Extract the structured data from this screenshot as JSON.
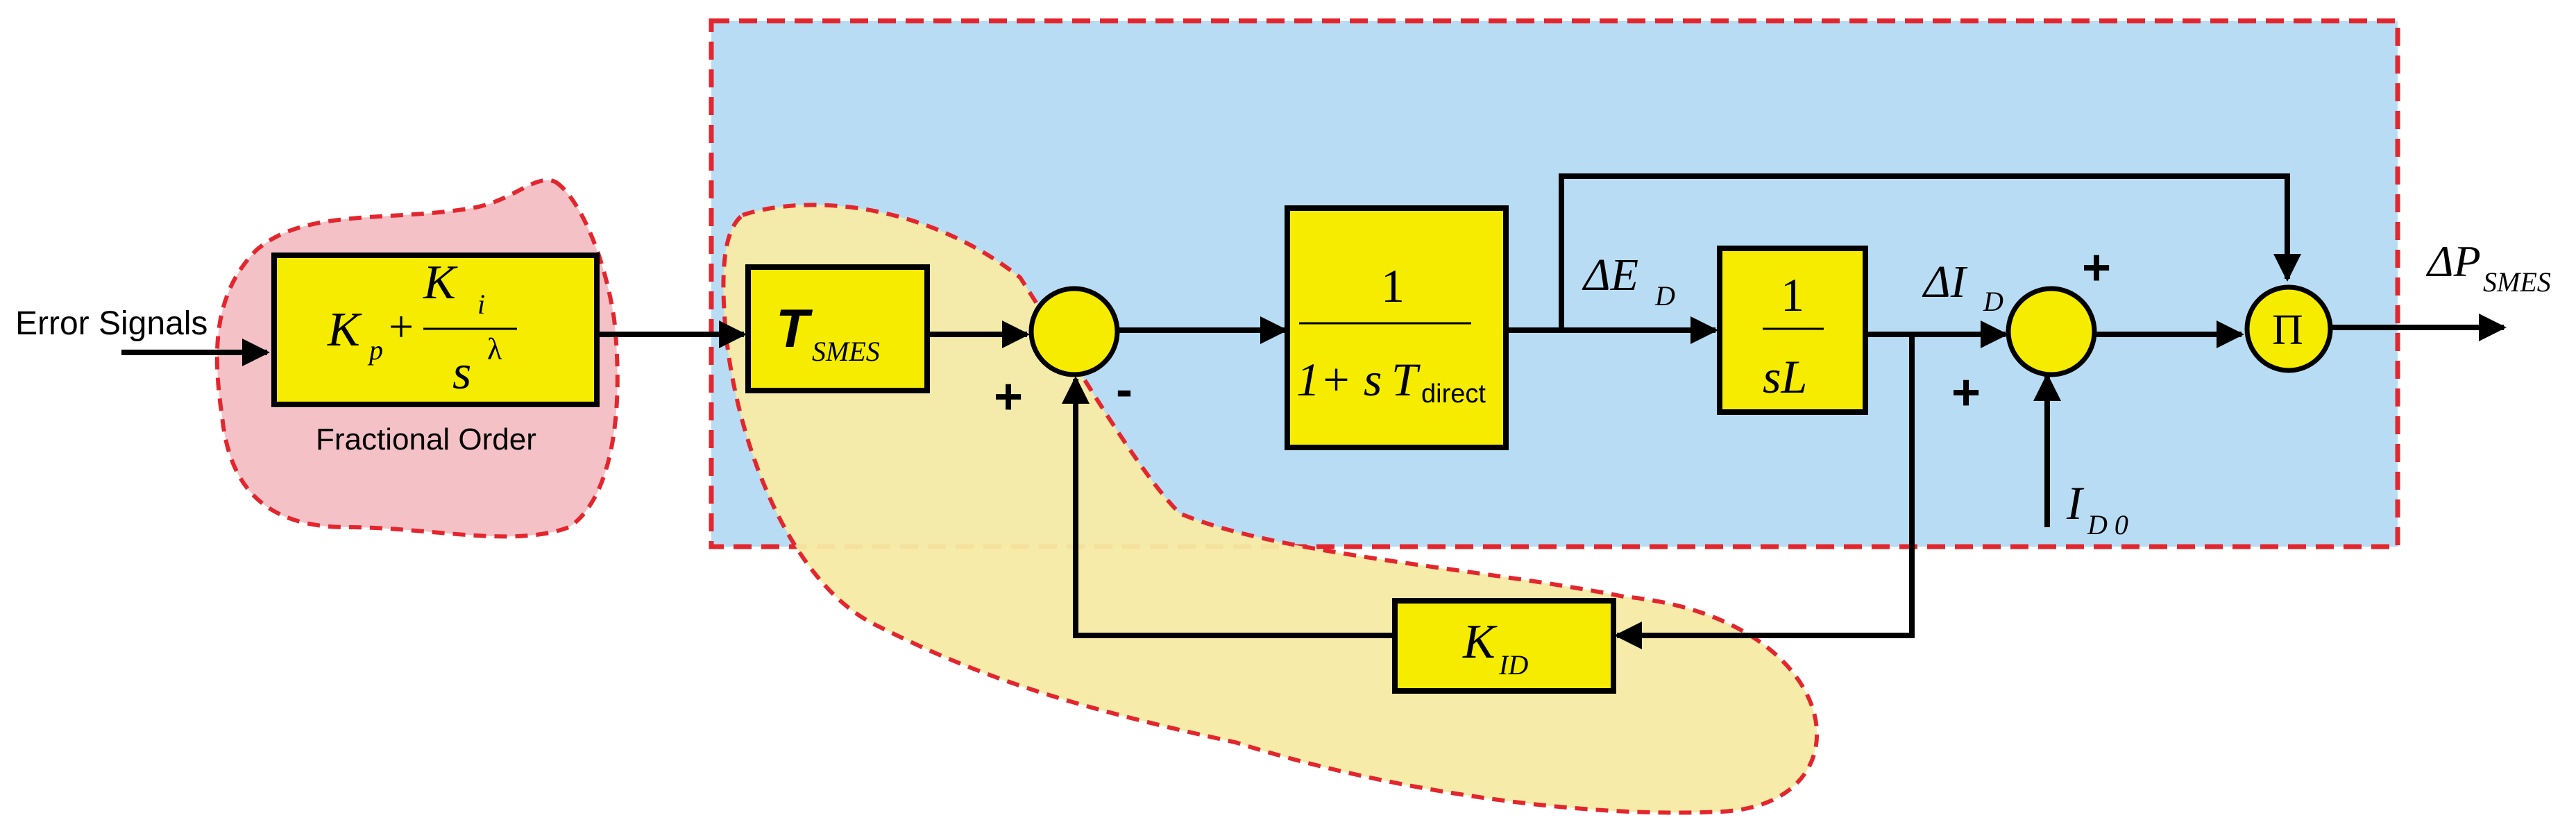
{
  "input_label": "Error Signals",
  "controller": {
    "caption": "Fractional Order",
    "kp": "K",
    "kp_sub": "p",
    "plus": "+",
    "ki": "K",
    "ki_sub": "i",
    "den_s": "s",
    "den_exp": "λ"
  },
  "tsmes_block": {
    "main": "T",
    "sub": "SMES"
  },
  "sum1": {
    "left_sign": "+",
    "bottom_sign": "-"
  },
  "converter_block": {
    "numerator": "1",
    "den_prefix": "1+ s",
    "den_T": "T",
    "den_sub": "direct"
  },
  "coil_block": {
    "numerator": "1",
    "denominator": "sL"
  },
  "feedback_block": {
    "main": "K",
    "sub": "ID"
  },
  "signals": {
    "delta_e": "ΔE",
    "delta_e_sub": "D",
    "delta_i": "ΔI",
    "delta_i_sub": "D",
    "i_d0": "I",
    "i_d0_sub": "D 0",
    "output": "ΔP",
    "output_sub": "SMES"
  },
  "sum2": {
    "top_sign": "+",
    "bottom_sign": "+"
  },
  "product": {
    "symbol": "Π"
  },
  "colors": {
    "block_fill": "#F5EC00",
    "smes_region": "#B8DCF4",
    "controller_region": "#F4C2C6",
    "feedback_region": "#F7EAA4",
    "boundary": "#E3262E"
  }
}
